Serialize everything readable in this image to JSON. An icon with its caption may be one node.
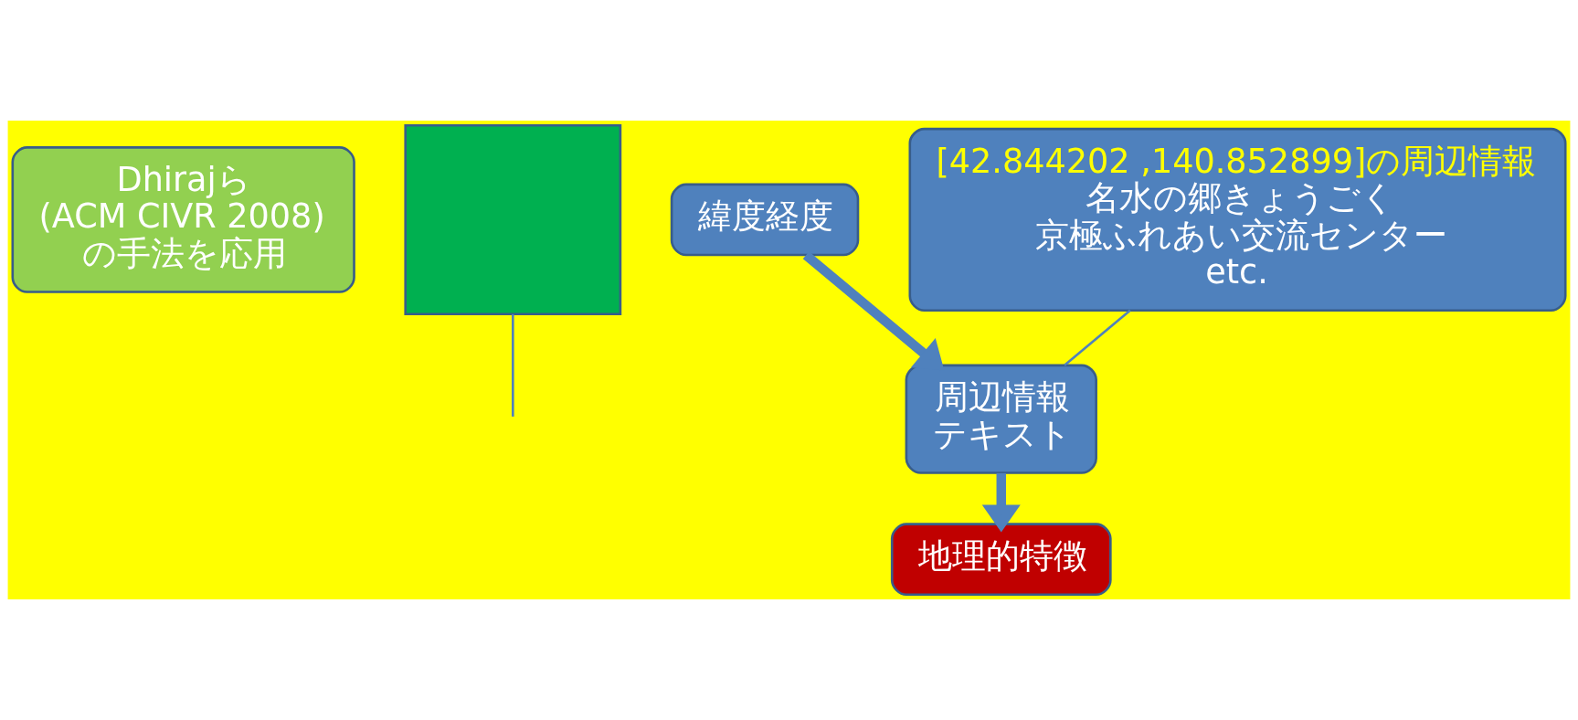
{
  "diagram": {
    "nodes": [
      {
        "text": [
          "Dhirajら (ACM CIVR 2008) の手法を応用"
        ]
      },
      {
        "text": [],
        "shape": "box"
      },
      {
        "text": [
          "緯度経度"
        ]
      },
      {
        "text": [
          "周辺情報",
          "テキスト"
        ]
      },
      {
        "text": [
          "地理的特徴"
        ]
      },
      {
        "text": [
          "[42.844202 ,140.852899]の周辺情報",
          "名水の郷きょうごく",
          "京極ふれあい交流センター",
          "etc."
        ]
      }
    ],
    "edges": [
      {
        "from": 1,
        "to": null,
        "arrow": "none"
      },
      {
        "from": 2,
        "to": 3,
        "arrow": "to",
        "style": "thick"
      },
      {
        "from": 5,
        "to": 3,
        "arrow": "none"
      },
      {
        "from": 3,
        "to": 4,
        "arrow": "to",
        "style": "thick"
      }
    ]
  }
}
